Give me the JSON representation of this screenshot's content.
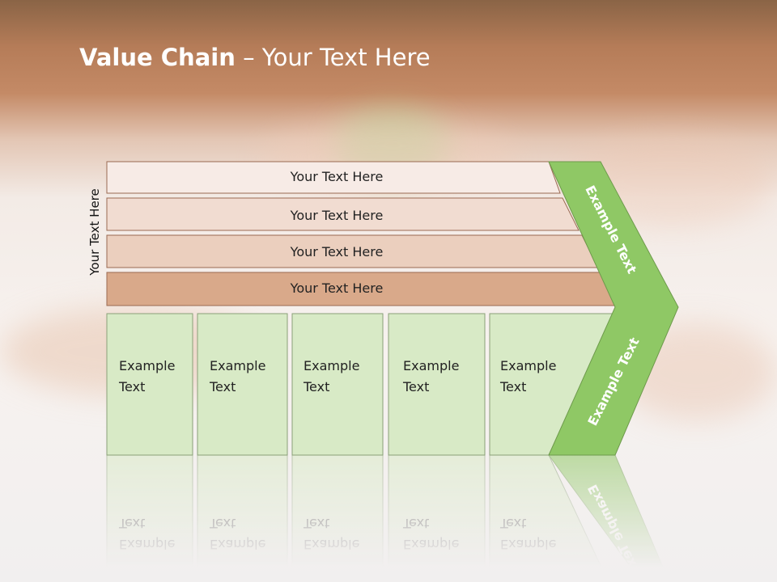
{
  "title": {
    "bold": "Value Chain",
    "rest": " – Your Text Here"
  },
  "side_label": "Your Text Here",
  "support_rows": [
    "Your Text Here",
    "Your Text Here",
    "Your Text Here",
    "Your Text Here"
  ],
  "primary_boxes": [
    {
      "line1": "Example",
      "line2": "Text"
    },
    {
      "line1": "Example",
      "line2": "Text"
    },
    {
      "line1": "Example",
      "line2": "Text"
    },
    {
      "line1": "Example",
      "line2": "Text"
    },
    {
      "line1": "Example",
      "line2": "Text"
    }
  ],
  "margin_labels": [
    "Example Text",
    "Example Text"
  ],
  "colors": {
    "row_fills": [
      "#f7ebe6",
      "#f1dcd1",
      "#ebcfbe",
      "#d9a98a"
    ],
    "row_stroke": "#9a6a52",
    "box_fill": "#d8eac6",
    "box_stroke": "#8aa078",
    "chevron_fill": "#8fc865",
    "chevron_stroke": "#6d9a4b"
  }
}
